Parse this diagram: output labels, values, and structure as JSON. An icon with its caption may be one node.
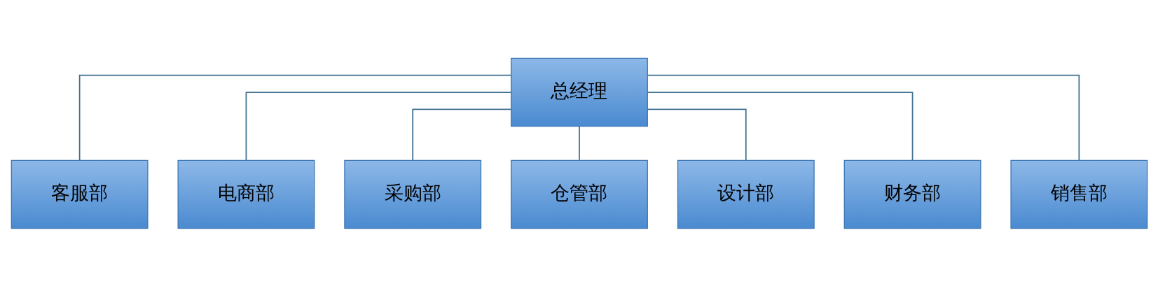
{
  "diagram": {
    "nodes": [
      {
        "text": [
          "总经理"
        ]
      },
      {
        "text": [
          "客服部"
        ]
      },
      {
        "text": [
          "电商部"
        ]
      },
      {
        "text": [
          "采购部"
        ]
      },
      {
        "text": [
          "仓管部"
        ]
      },
      {
        "text": [
          "设计部"
        ]
      },
      {
        "text": [
          "财务部"
        ]
      },
      {
        "text": [
          "销售部"
        ]
      }
    ],
    "edges": [
      {
        "from": 0,
        "to": 1,
        "arrow": "none"
      },
      {
        "from": 0,
        "to": 2,
        "arrow": "none"
      },
      {
        "from": 0,
        "to": 3,
        "arrow": "none"
      },
      {
        "from": 0,
        "to": 4,
        "arrow": "none"
      },
      {
        "from": 0,
        "to": 5,
        "arrow": "none"
      },
      {
        "from": 0,
        "to": 6,
        "arrow": "none"
      },
      {
        "from": 0,
        "to": 7,
        "arrow": "none"
      }
    ]
  }
}
